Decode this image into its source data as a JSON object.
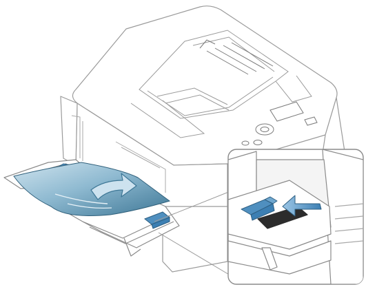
{
  "figure": {
    "colors": {
      "outline": "#9a9a9a",
      "outline_dark": "#6f6f6f",
      "body_fill": "#ffffff",
      "paper_light": "#bcd8e6",
      "paper_mid": "#7eadc7",
      "paper_dark": "#3e7796",
      "accent_blue": "#4f8fbf",
      "guide_blue": "#3c7fb3",
      "slot_dark": "#2c2c2c"
    },
    "icons": [
      "printer",
      "multipurpose-tray",
      "paper-sheet",
      "curved-arrow",
      "paper-guide",
      "magnified-inset",
      "push-arrow"
    ]
  }
}
